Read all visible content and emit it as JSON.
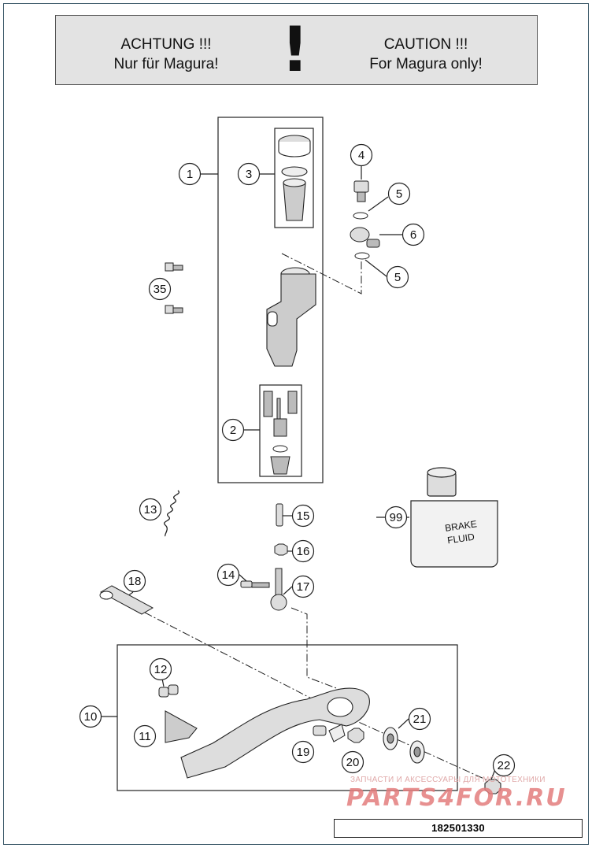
{
  "caution": {
    "de_line1": "ACHTUNG !!!",
    "de_line2": "Nur für Magura!",
    "mark": "!",
    "en_line1": "CAUTION !!!",
    "en_line2": "For Magura only!"
  },
  "callouts": {
    "c1": "1",
    "c2": "2",
    "c3": "3",
    "c4": "4",
    "c5a": "5",
    "c5b": "5",
    "c6": "6",
    "c10": "10",
    "c11": "11",
    "c12": "12",
    "c13": "13",
    "c14": "14",
    "c15": "15",
    "c16": "16",
    "c17": "17",
    "c18": "18",
    "c19": "19",
    "c20": "20",
    "c21": "21",
    "c22": "22",
    "c35": "35",
    "c99": "99"
  },
  "fluid_label": {
    "line1": "BRAKE",
    "line2": "FLUID"
  },
  "watermark": {
    "small": "ЗАПЧАСТИ И АКСЕССУАРЫ ДЛЯ МОТОТЕХНИКИ",
    "big": "PARTS4FOR.RU"
  },
  "part_number": "182501330"
}
